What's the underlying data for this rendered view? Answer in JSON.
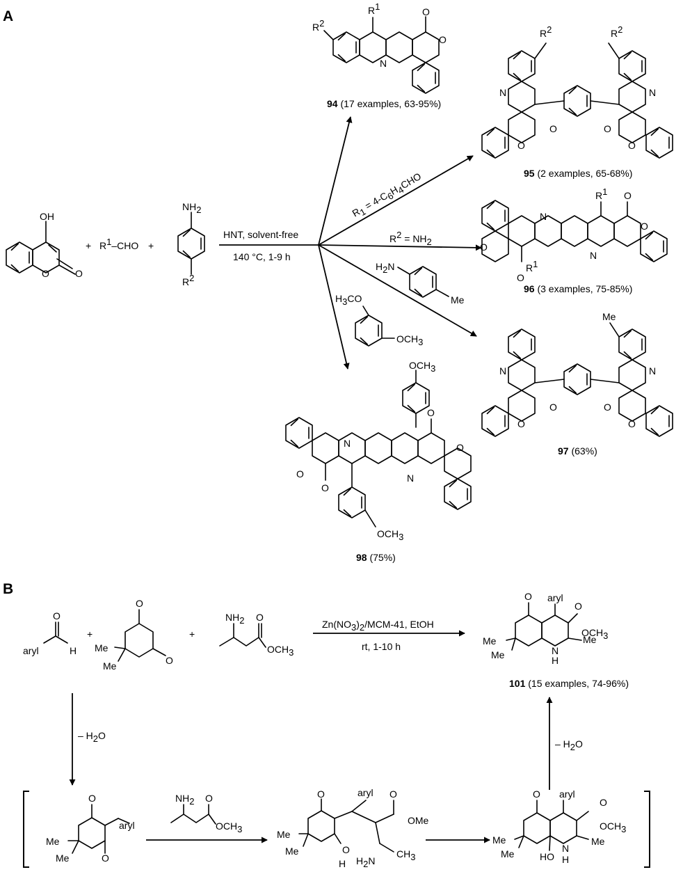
{
  "panels": {
    "a": "A",
    "b": "B"
  },
  "scheme_a": {
    "reactant_4_hydroxycoumarin": {
      "oh": "OH",
      "ring_o": "O",
      "carbonyl_o": "O"
    },
    "plus": "+",
    "aldehyde": {
      "r1": "R",
      "r1_sup": "1",
      "cho": "–CHO"
    },
    "aniline": {
      "nh": "NH",
      "nh_sub": "2",
      "r": "R",
      "r_sup": "2"
    },
    "conditions": {
      "above": "HNT, solvent-free",
      "below": "140 °C, 1-9 h"
    },
    "branch_r1": {
      "pre": "R",
      "pre_sub": "1",
      "mid": " = 4-C",
      "c_sub": "6",
      "h": "H",
      "h_sub": "4",
      "tail": "CHO"
    },
    "branch_r2": {
      "pre": "R",
      "pre_sup": "2",
      "tail": " = NH",
      "tail_sub": "2"
    },
    "toluidine": {
      "h2n": "H",
      "h2n_sub": "2",
      "n": "N",
      "me": "Me"
    },
    "dimethoxybenzene": {
      "h3co": "H",
      "h3co_sub": "3",
      "co": "CO",
      "och3": "OCH",
      "och3_sub": "3"
    },
    "product_94": {
      "id": "94",
      "yield": " (17 examples, 63-95%)",
      "r1": "R",
      "r1_sup": "1",
      "r2": "R",
      "r2_sup": "2",
      "n": "N",
      "o": "O"
    },
    "product_95": {
      "id": "95",
      "yield": " (2 examples, 65-68%)",
      "r2": "R",
      "r2_sup": "2",
      "n": "N",
      "o": "O"
    },
    "product_96": {
      "id": "96",
      "yield": " (3 examples, 75-85%)",
      "r1": "R",
      "r1_sup": "1",
      "n": "N",
      "o": "O"
    },
    "product_97": {
      "id": "97",
      "yield": " (63%)",
      "me": "Me",
      "n": "N",
      "o": "O"
    },
    "product_98": {
      "id": "98",
      "yield": " (75%)",
      "och3": "OCH",
      "och3_sub": "3",
      "n": "N",
      "o": "O"
    }
  },
  "scheme_b": {
    "aryl_aldehyde": {
      "aryl": "aryl",
      "h": "H",
      "o": "O"
    },
    "plus": "+",
    "dimedone": {
      "o": "O",
      "me": "Me"
    },
    "enamine": {
      "nh": "NH",
      "nh_sub": "2",
      "o": "O",
      "och": "OCH",
      "och_sub": "3"
    },
    "conditions": {
      "cat_pre": "Zn(NO",
      "cat_sub1": "3",
      "cat_mid": ")",
      "cat_sub2": "2",
      "cat_post": "/MCM-41, EtOH",
      "below": "rt, 1-10 h"
    },
    "product_101": {
      "id": "101",
      "yield": " (15 examples, 74-96%)",
      "aryl": "aryl",
      "nh": "N",
      "h": "H",
      "me": "Me",
      "och": "OCH",
      "och_sub": "3",
      "o": "O"
    },
    "water_loss_1": {
      "pre": "– H",
      "sub": "2",
      "post": "O"
    },
    "water_loss_2": {
      "pre": "– H",
      "sub": "2",
      "post": "O"
    },
    "intermediate_1": {
      "aryl": "aryl",
      "me": "Me",
      "o": "O"
    },
    "intermediate_2": {
      "aryl": "aryl",
      "me": "Me",
      "ome": "OMe",
      "o": "O",
      "h": "H",
      "h2n": "H",
      "h2n_sub": "2",
      "n": "N",
      "ch3": "CH",
      "ch3_sub": "3"
    },
    "intermediate_3": {
      "aryl": "aryl",
      "me": "Me",
      "ho": "HO",
      "n": "N",
      "h": "H",
      "och": "OCH",
      "och_sub": "3",
      "o": "O"
    }
  }
}
